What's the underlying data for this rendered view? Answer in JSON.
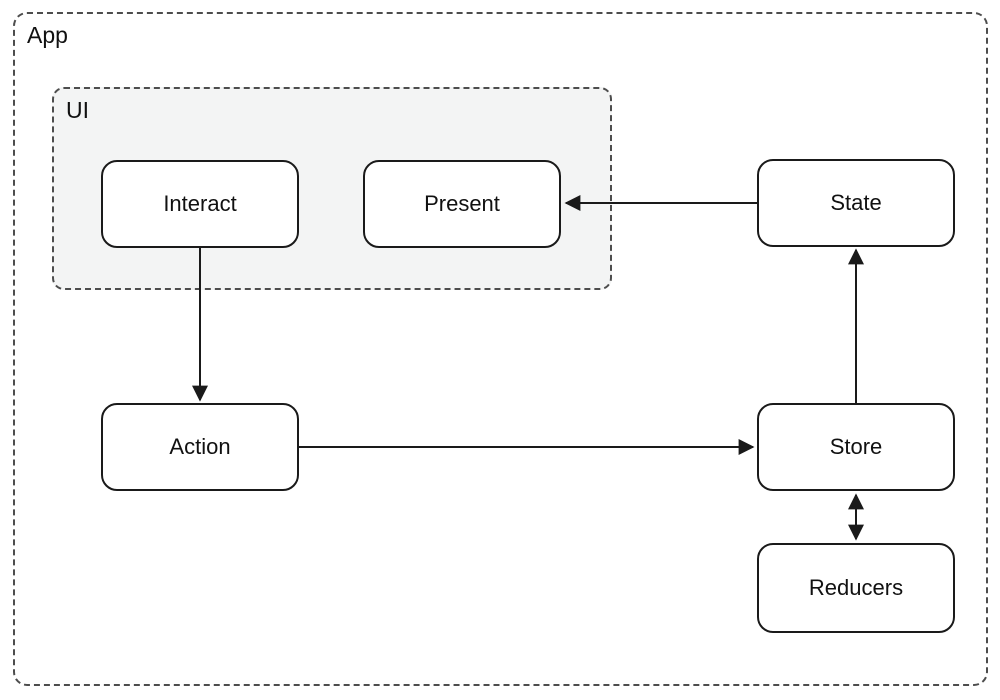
{
  "diagram": {
    "containers": [
      {
        "id": "app",
        "label": "App"
      },
      {
        "id": "ui",
        "label": "UI"
      }
    ],
    "nodes": [
      {
        "id": "interact",
        "label": "Interact"
      },
      {
        "id": "present",
        "label": "Present"
      },
      {
        "id": "state",
        "label": "State"
      },
      {
        "id": "action",
        "label": "Action"
      },
      {
        "id": "store",
        "label": "Store"
      },
      {
        "id": "reducers",
        "label": "Reducers"
      }
    ],
    "edges": [
      {
        "from": "state",
        "to": "present",
        "direction": "one-way"
      },
      {
        "from": "interact",
        "to": "action",
        "direction": "one-way"
      },
      {
        "from": "action",
        "to": "store",
        "direction": "one-way"
      },
      {
        "from": "store",
        "to": "state",
        "direction": "one-way"
      },
      {
        "from": "store",
        "to": "reducers",
        "direction": "two-way"
      }
    ],
    "colors": {
      "node_border": "#1a1a1a",
      "node_fill": "#ffffff",
      "container_border": "#4d4d4d",
      "ui_fill": "#f3f4f4",
      "arrow": "#1a1a1a",
      "background": "#ffffff"
    }
  }
}
